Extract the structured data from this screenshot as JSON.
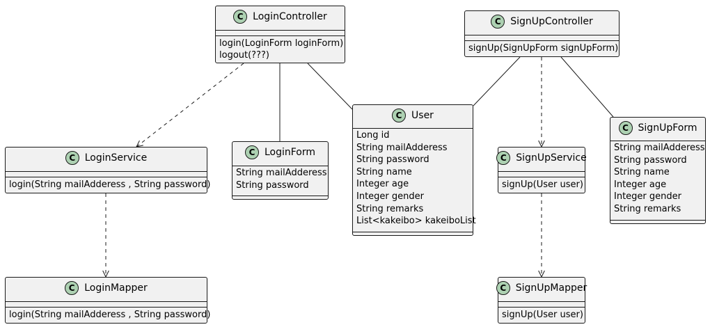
{
  "colors": {
    "box_fill": "#f1f1f1",
    "border": "#181818",
    "badge_fill": "#add1b2"
  },
  "classes": {
    "login_controller": {
      "badge": "C",
      "name": "LoginController",
      "attributes": [],
      "methods": [
        "login(LoginForm loginForm)",
        "logout(???)"
      ]
    },
    "signup_controller": {
      "badge": "C",
      "name": "SignUpController",
      "attributes": [],
      "methods": [
        "signUp(SignUpForm signUpForm)"
      ]
    },
    "user": {
      "badge": "C",
      "name": "User",
      "attributes": [
        "Long id",
        "String mailAdderess",
        "String password",
        "String name",
        "Integer age",
        "Integer gender",
        "String remarks",
        "List<kakeibo> kakeiboList"
      ],
      "methods": []
    },
    "login_service": {
      "badge": "C",
      "name": "LoginService",
      "attributes": [],
      "methods": [
        "login(String mailAdderess , String password)"
      ]
    },
    "login_form": {
      "badge": "C",
      "name": "LoginForm",
      "attributes": [
        "String mailAdderess",
        "String password"
      ],
      "methods": []
    },
    "signup_service": {
      "badge": "C",
      "name": "SignUpService",
      "attributes": [],
      "methods": [
        "signUp(User user)"
      ]
    },
    "signup_form": {
      "badge": "C",
      "name": "SignUpForm",
      "attributes": [
        "String mailAdderess",
        "String password",
        "String name",
        "Integer age",
        "Integer gender",
        "String remarks"
      ],
      "methods": []
    },
    "login_mapper": {
      "badge": "C",
      "name": "LoginMapper",
      "attributes": [],
      "methods": [
        "login(String mailAdderess , String password)"
      ]
    },
    "signup_mapper": {
      "badge": "C",
      "name": "SignUpMapper",
      "attributes": [],
      "methods": [
        "signUp(User user)"
      ]
    }
  },
  "relations": [
    {
      "from": "login_controller",
      "to": "login_service",
      "kind": "dependency"
    },
    {
      "from": "login_controller",
      "to": "login_form",
      "kind": "association"
    },
    {
      "from": "login_controller",
      "to": "user",
      "kind": "association"
    },
    {
      "from": "signup_controller",
      "to": "user",
      "kind": "association"
    },
    {
      "from": "signup_controller",
      "to": "signup_service",
      "kind": "dependency"
    },
    {
      "from": "signup_controller",
      "to": "signup_form",
      "kind": "association"
    },
    {
      "from": "login_service",
      "to": "login_mapper",
      "kind": "dependency"
    },
    {
      "from": "signup_service",
      "to": "signup_mapper",
      "kind": "dependency"
    }
  ]
}
